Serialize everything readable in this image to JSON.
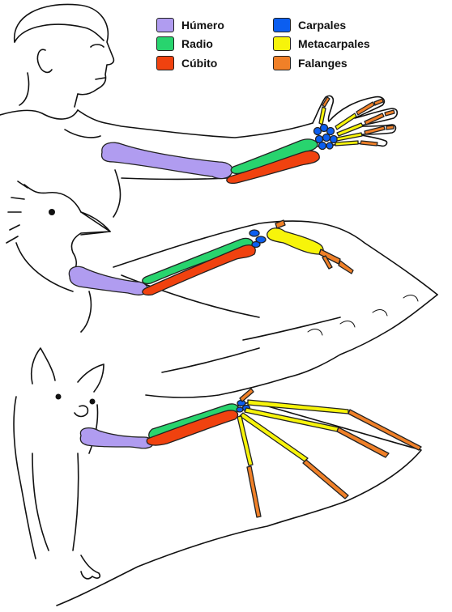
{
  "legend": {
    "items": [
      {
        "label": "Húmero",
        "color": "#b09cf0"
      },
      {
        "label": "Radio",
        "color": "#28d46e"
      },
      {
        "label": "Cúbito",
        "color": "#f0420f"
      },
      {
        "label": "Carpales",
        "color": "#0b5ef0"
      },
      {
        "label": "Metacarpales",
        "color": "#f7f40a"
      },
      {
        "label": "Falanges",
        "color": "#f08028"
      }
    ]
  },
  "colors": {
    "outline": "#111111",
    "humerus": "#b09cf0",
    "radius": "#28d46e",
    "ulna": "#f0420f",
    "carpals": "#0b5ef0",
    "metacarpals": "#f7f40a",
    "phalanges": "#f08028"
  }
}
